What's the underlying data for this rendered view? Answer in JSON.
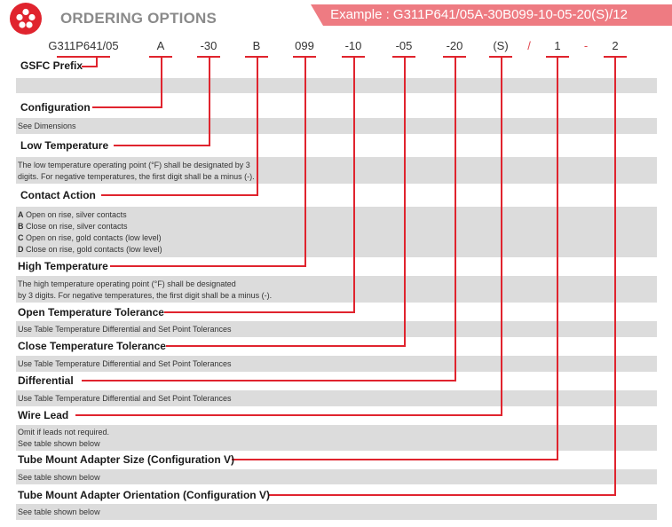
{
  "header": {
    "title": "ORDERING OPTIONS",
    "example": "Example : G311P641/05A-30B099-10-05-20(S)/12",
    "brand_color": "#e0242e",
    "band_color": "#ee7b82"
  },
  "code_parts": [
    "G311P641/05",
    "A",
    "-30",
    "B",
    "099",
    "-10",
    "-05",
    "-20",
    "(S)",
    "/",
    "1",
    "-",
    "2"
  ],
  "sections": [
    {
      "label": "GSFC Prefix",
      "lines": []
    },
    {
      "label": "Configuration",
      "lines": [
        "See Dimensions"
      ]
    },
    {
      "label": "Low Temperature",
      "lines": [
        "The low temperature operating point (°F) shall be designated by 3",
        "digits. For negative temperatures, the first digit shall be a minus (-)."
      ]
    },
    {
      "label": "Contact Action",
      "items": [
        {
          "key": "A",
          "text": "Open on rise, silver contacts"
        },
        {
          "key": "B",
          "text": "Close on rise, silver contacts"
        },
        {
          "key": "C",
          "text": "Open on rise, gold contacts (low level)"
        },
        {
          "key": "D",
          "text": "Close on rise, gold contacts (low level)"
        }
      ]
    },
    {
      "label": "High Temperature",
      "lines": [
        "The high temperature operating point (°F) shall be designated",
        "by 3 digits. For negative temperatures, the first digit shall be a minus (-)."
      ]
    },
    {
      "label": "Open Temperature Tolerance",
      "lines": [
        "Use Table Temperature Differential and Set Point Tolerances"
      ]
    },
    {
      "label": "Close Temperature Tolerance",
      "lines": [
        "Use Table Temperature Differential and Set Point Tolerances"
      ]
    },
    {
      "label": "Differential",
      "lines": [
        "Use Table Temperature Differential and Set Point Tolerances"
      ]
    },
    {
      "label": "Wire Lead",
      "lines": [
        "Omit if leads not required.",
        "See table shown below"
      ]
    },
    {
      "label": "Tube Mount Adapter Size (Configuration V)",
      "lines": [
        "See table shown below"
      ]
    },
    {
      "label": "Tube Mount Adapter Orientation (Configuration V)",
      "lines": [
        "See table shown below"
      ]
    }
  ]
}
